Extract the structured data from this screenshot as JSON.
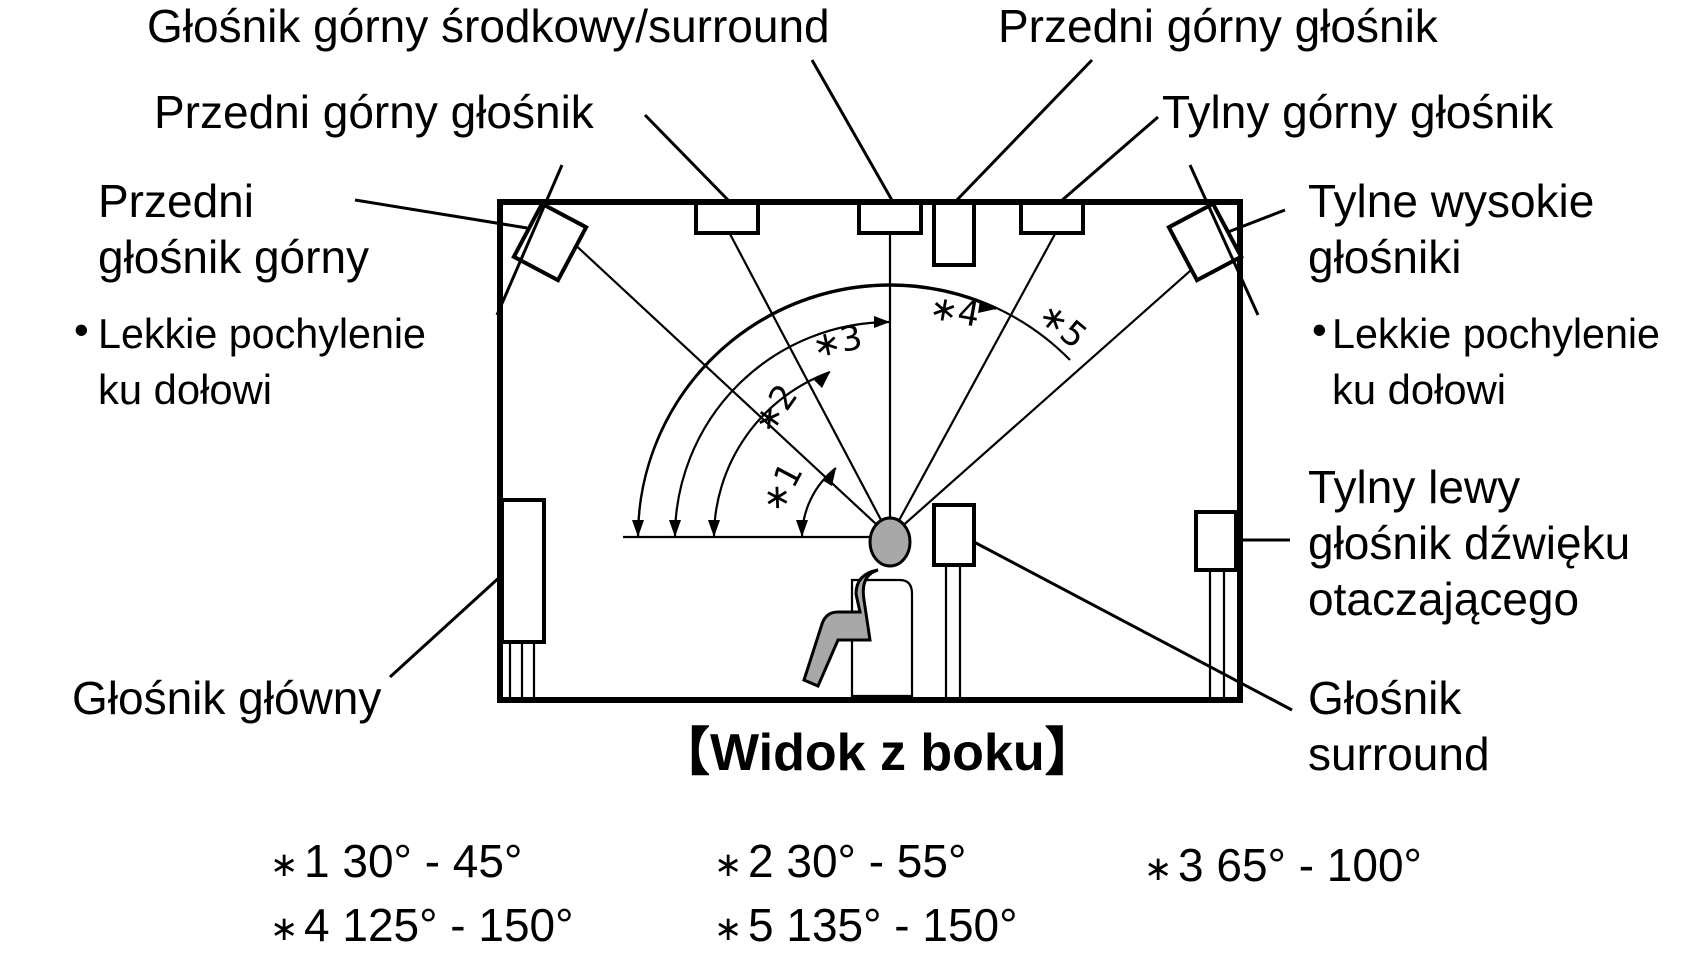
{
  "labels": {
    "top_center": "Głośnik górny środkowy/surround",
    "top_front": "Przedni górny głośnik",
    "top_front_right": "Przedni górny głośnik",
    "top_rear": "Tylny górny głośnik",
    "front_dolby_line1": "Przedni",
    "front_dolby_line2": "głośnik górny",
    "front_tilt_line1": "Lekkie pochylenie",
    "front_tilt_line2": "ku dołowi",
    "rear_height_line1": "Tylne wysokie",
    "rear_height_line2": "głośniki",
    "rear_tilt_line1": "Lekkie pochylenie",
    "rear_tilt_line2": "ku dołowi",
    "surround_back_line1": "Tylny lewy",
    "surround_back_line2": "głośnik dźwięku",
    "surround_back_line3": "otaczającego",
    "surround_line1": "Głośnik",
    "surround_line2": "surround",
    "main": "Głośnik główny",
    "view_title": "【Widok z boku】",
    "bullet": "•"
  },
  "angle_marks": [
    "∗1",
    "∗2",
    "∗3",
    "∗4",
    "∗5"
  ],
  "angle_ranges": [
    {
      "mark": "∗",
      "text": "1 30° - 45°"
    },
    {
      "mark": "∗",
      "text": "2 30° - 55°"
    },
    {
      "mark": "∗",
      "text": "3 65° - 100°"
    },
    {
      "mark": "∗",
      "text": "4 125° - 150°"
    },
    {
      "mark": "∗",
      "text": "5 135° - 150°"
    }
  ]
}
